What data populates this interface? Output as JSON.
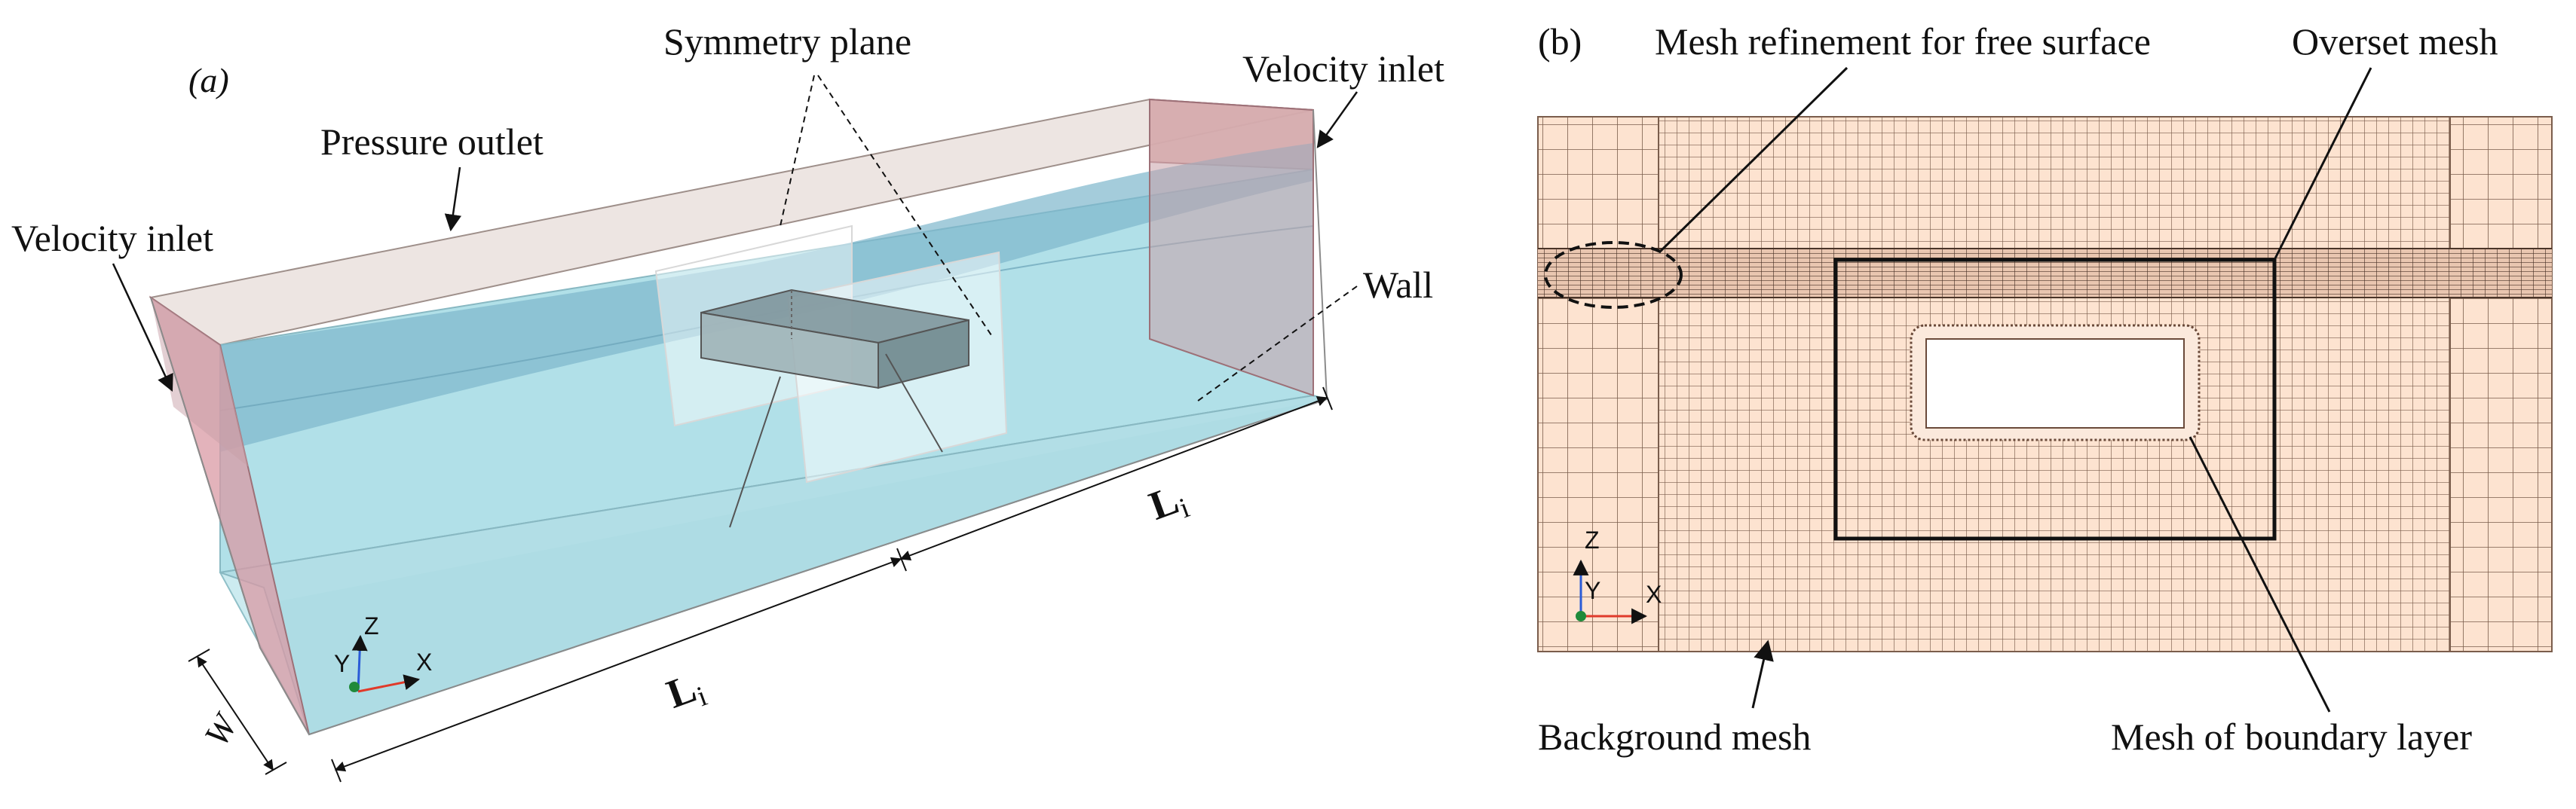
{
  "panel_a": {
    "tag": "(a)",
    "labels": {
      "symmetry_plane": "Symmetry plane",
      "pressure_outlet": "Pressure outlet",
      "velocity_inlet_left": "Velocity inlet",
      "velocity_inlet_right": "Velocity inlet",
      "wall": "Wall"
    },
    "dimensions": {
      "width": "W",
      "length_main": "L",
      "length_sub": "i"
    },
    "axes": {
      "x": "X",
      "y": "Y",
      "z": "Z"
    }
  },
  "panel_b": {
    "tag": "(b)",
    "labels": {
      "mesh_refinement": "Mesh refinement for free surface",
      "overset_mesh": "Overset mesh",
      "background_mesh": "Background mesh",
      "boundary_layer": "Mesh of boundary layer"
    },
    "axes": {
      "x": "X",
      "y": "Y",
      "z": "Z"
    }
  },
  "colors": {
    "water": "#a9dde6",
    "mesh_fill": "#fde3d0",
    "mesh_line": "#7a5d4c",
    "inlet_face": "#d99aa4",
    "axis_x": "#e03a2a",
    "axis_z": "#2a5bd7",
    "axis_y": "#1f8a3a"
  }
}
